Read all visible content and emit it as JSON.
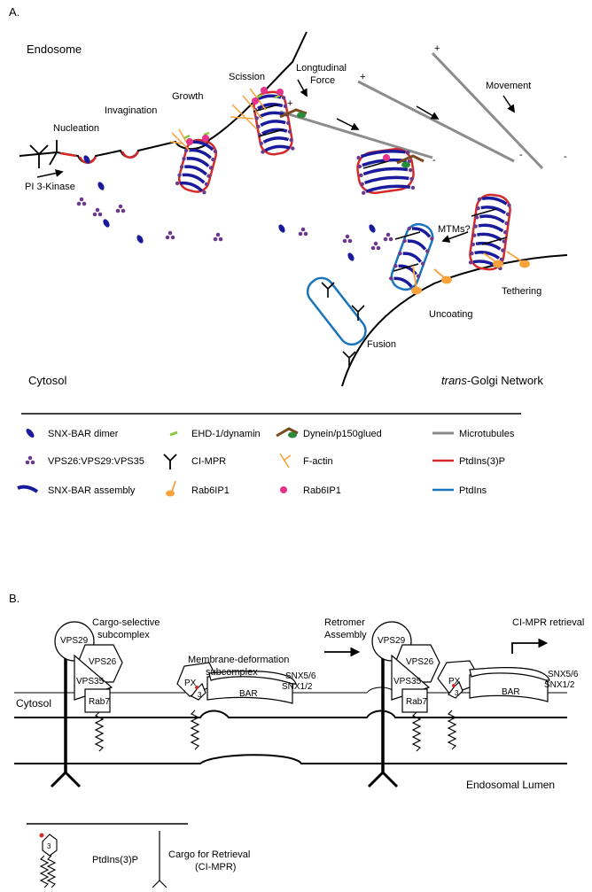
{
  "panelA": {
    "label": "A.",
    "labels": {
      "endosome": "Endosome",
      "nucleation": "Nucleation",
      "invagination": "Invagination",
      "growth": "Growth",
      "scission": "Scission",
      "longitudinal_force_1": "Longtudinal",
      "longitudinal_force_2": "Force",
      "movement": "Movement",
      "pi3kinase": "PI 3-Kinase",
      "mtms": "MTMs?",
      "tethering": "Tethering",
      "uncoating": "Uncoating",
      "fusion": "Fusion",
      "cytosol": "Cytosol",
      "tgn_italic": "trans",
      "tgn_rest": "-Golgi Network",
      "plus": "+",
      "minus": "-"
    },
    "legend": [
      {
        "label": "SNX-BAR dimer",
        "icon": "snx-bar-dimer",
        "color": "#1a1a9c"
      },
      {
        "label": "EHD-1/dynamin",
        "icon": "ehd1-dynamin",
        "color": "#8cc63f"
      },
      {
        "label": "Dynein/p150glued",
        "icon": "dynein",
        "color": "#7a4a1e"
      },
      {
        "label": "Microtubules",
        "icon": "microtubule",
        "color": "#8c8c8c"
      },
      {
        "label": "VPS26:VPS29:VPS35",
        "icon": "vps-trimer",
        "color": "#6b3a8c"
      },
      {
        "label": "CI-MPR",
        "icon": "ci-mpr",
        "color": "#000000"
      },
      {
        "label": "F-actin",
        "icon": "f-actin",
        "color": "#f7a23b"
      },
      {
        "label": "PtdIns(3)P",
        "icon": "ptdins3p-line",
        "color": "#d42a2a"
      },
      {
        "label": "SNX-BAR assembly",
        "icon": "snx-bar-assembly",
        "color": "#1a1a9c"
      },
      {
        "label": "Rab6IP1",
        "icon": "rab6ip1-lollipop",
        "color": "#f7a23b"
      },
      {
        "label": "Rab6IP1",
        "icon": "rab6ip1-dot",
        "color": "#e6338c"
      },
      {
        "label": "PtdIns",
        "icon": "ptdins-line",
        "color": "#1b75bc"
      }
    ]
  },
  "panelB": {
    "label": "B.",
    "labels": {
      "cargo_selective_1": "Cargo-selective",
      "cargo_selective_2": "subcomplex",
      "membrane_deformation_1": "Membrane-deformation",
      "membrane_deformation_2": "subcomplex",
      "retromer_1": "Retromer",
      "retromer_2": "Assembly",
      "ci_mpr_retrieval": "CI-MPR retrieval",
      "vps29": "VPS29",
      "vps26": "VPS26",
      "vps35": "VPS35",
      "rab7": "Rab7",
      "px": "PX",
      "three": "3",
      "bar": "BAR",
      "snx56": "SNX5/6",
      "snx12": "SNX1/2",
      "cytosol": "Cytosol",
      "endosomal_lumen": "Endosomal Lumen"
    },
    "legend": [
      {
        "label": "PtdIns(3)P",
        "icon": "ptdins3p-lipid"
      },
      {
        "label_1": "Cargo for Retrieval",
        "label_2": "(CI-MPR)",
        "icon": "cargo-receptor"
      }
    ]
  }
}
